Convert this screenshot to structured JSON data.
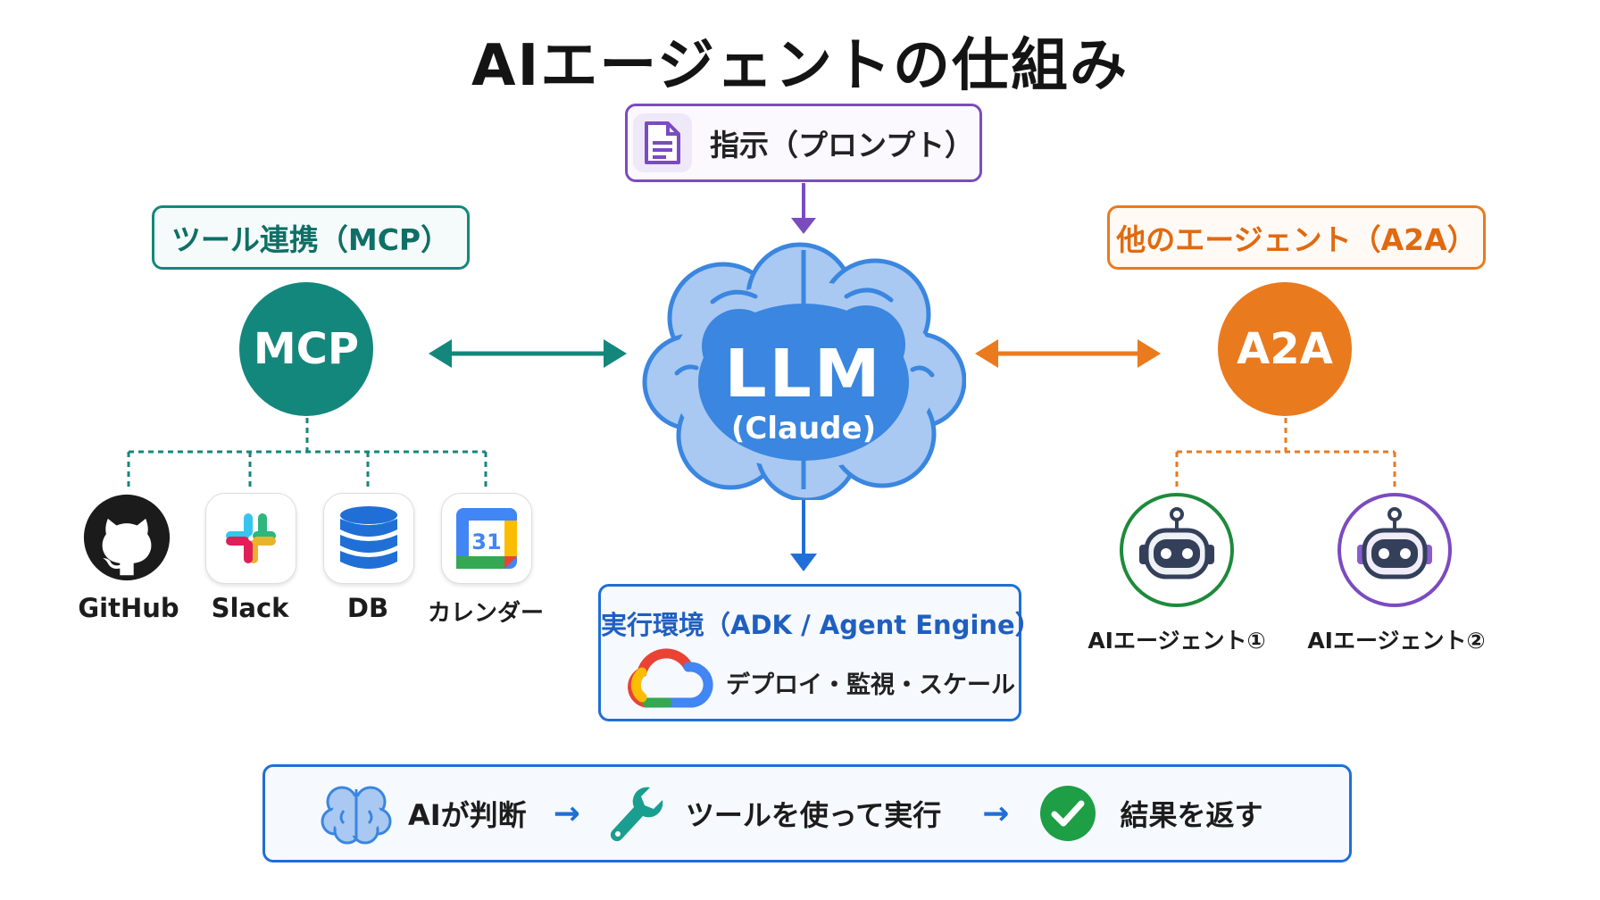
{
  "title": "AIエージェントの仕組み",
  "prompt": {
    "label": "指示（プロンプト）",
    "icon": "document-icon"
  },
  "llm": {
    "name": "LLM",
    "model": "(Claude)"
  },
  "mcp": {
    "header": "ツール連携（MCP）",
    "circle": "MCP",
    "tools": [
      {
        "label": "GitHub",
        "icon": "github-icon"
      },
      {
        "label": "Slack",
        "icon": "slack-icon"
      },
      {
        "label": "DB",
        "icon": "database-icon"
      },
      {
        "label": "カレンダー",
        "icon": "calendar-icon",
        "day": "31"
      }
    ]
  },
  "a2a": {
    "header": "他のエージェント（A2A）",
    "circle": "A2A",
    "agents": [
      {
        "label": "AIエージェント①",
        "icon": "robot-icon"
      },
      {
        "label": "AIエージェント②",
        "icon": "robot-icon"
      }
    ]
  },
  "runtime": {
    "title": "実行環境（ADK / Agent Engine）",
    "subtitle": "デプロイ・監視・スケール",
    "icon": "google-cloud-icon"
  },
  "flow": {
    "steps": [
      {
        "label": "AIが判断",
        "icon": "brain-icon"
      },
      {
        "label": "ツールを使って実行",
        "icon": "wrench-icon"
      },
      {
        "label": "結果を返す",
        "icon": "check-icon"
      }
    ],
    "arrow": "→"
  },
  "colors": {
    "teal": "#14877c",
    "orange": "#ea7a1e",
    "purple": "#7b4bc0",
    "blue": "#1f6fd6",
    "green": "#1e8a3c",
    "brain_light": "#a9c9f2",
    "brain_dark": "#3a86e0"
  }
}
